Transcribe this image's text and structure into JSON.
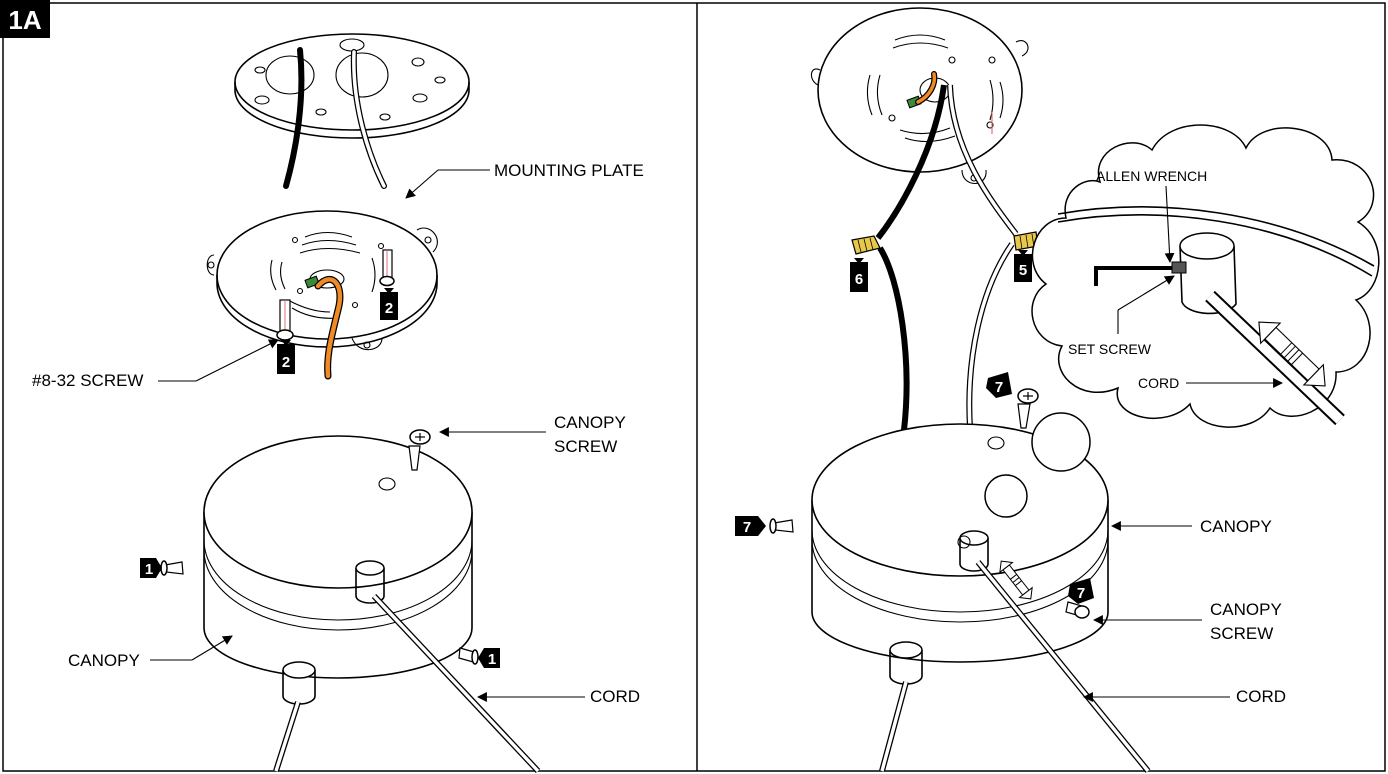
{
  "figure_id": "1A",
  "left_panel": {
    "mounting_plate_label": "MOUNTING PLATE",
    "screw_label": "#8-32 SCREW",
    "canopy_screw_label_line1": "CANOPY",
    "canopy_screw_label_line2": "SCREW",
    "canopy_label": "CANOPY",
    "cord_label": "CORD",
    "step_plate_screw": "2",
    "step_canopy_screw": "1"
  },
  "right_panel": {
    "allen_wrench_label": "ALLEN WRENCH",
    "set_screw_label": "SET SCREW",
    "detail_cord_label": "CORD",
    "canopy_label": "CANOPY",
    "canopy_screw_label_line1": "CANOPY",
    "canopy_screw_label_line2": "SCREW",
    "cord_label": "CORD",
    "step_black_wire": "6",
    "step_white_wire": "5",
    "step_canopy_screw": "7"
  },
  "colors": {
    "ground_wire": "#f08a24",
    "wire_nut": "#e8c84a",
    "ground_screw": "#3a8a3a",
    "screw_highlight": "#e07070"
  }
}
